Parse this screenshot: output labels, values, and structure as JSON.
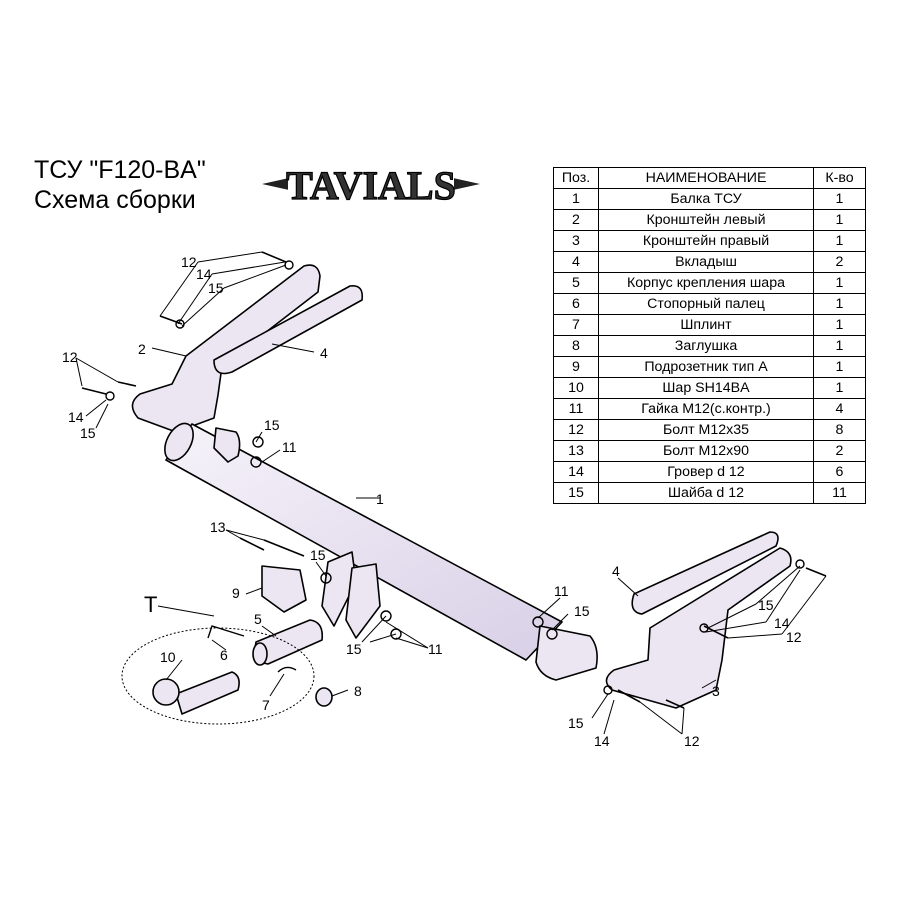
{
  "header": {
    "title_line1": "ТСУ  \"F120-BA\"",
    "title_line2": "Схема сборки",
    "logo_text": "TAVIALS"
  },
  "parts_table": {
    "headers": [
      "Поз.",
      "НАИМЕНОВАНИЕ",
      "К-во"
    ],
    "rows": [
      [
        "1",
        "Балка ТСУ",
        "1"
      ],
      [
        "2",
        "Кронштейн левый",
        "1"
      ],
      [
        "3",
        "Кронштейн правый",
        "1"
      ],
      [
        "4",
        "Вкладыш",
        "2"
      ],
      [
        "5",
        "Корпус крепления шара",
        "1"
      ],
      [
        "6",
        "Стопорный палец",
        "1"
      ],
      [
        "7",
        "Шплинт",
        "1"
      ],
      [
        "8",
        "Заглушка",
        "1"
      ],
      [
        "9",
        "Подрозетник тип А",
        "1"
      ],
      [
        "10",
        "Шар SH14BA",
        "1"
      ],
      [
        "11",
        "Гайка М12(с.контр.)",
        "4"
      ],
      [
        "12",
        "Болт М12х35",
        "8"
      ],
      [
        "13",
        "Болт М12х90",
        "2"
      ],
      [
        "14",
        "Гровер d 12",
        "6"
      ],
      [
        "15",
        "Шайба d 12",
        "11"
      ]
    ]
  },
  "callouts": {
    "beam": "1",
    "left_bracket": "2",
    "right_bracket": "3",
    "insert": "4",
    "ball_housing": "5",
    "locking_pin": "6",
    "cotter_pin": "7",
    "plug": "8",
    "socket_plate": "9",
    "ball": "10",
    "nut": "11",
    "bolt_m12x35": "12",
    "bolt_m12x90": "13",
    "spring_washer": "14",
    "washer": "15",
    "tow_assembly": "T"
  },
  "colors": {
    "part_fill": "#ece6f3",
    "line": "#000000"
  }
}
